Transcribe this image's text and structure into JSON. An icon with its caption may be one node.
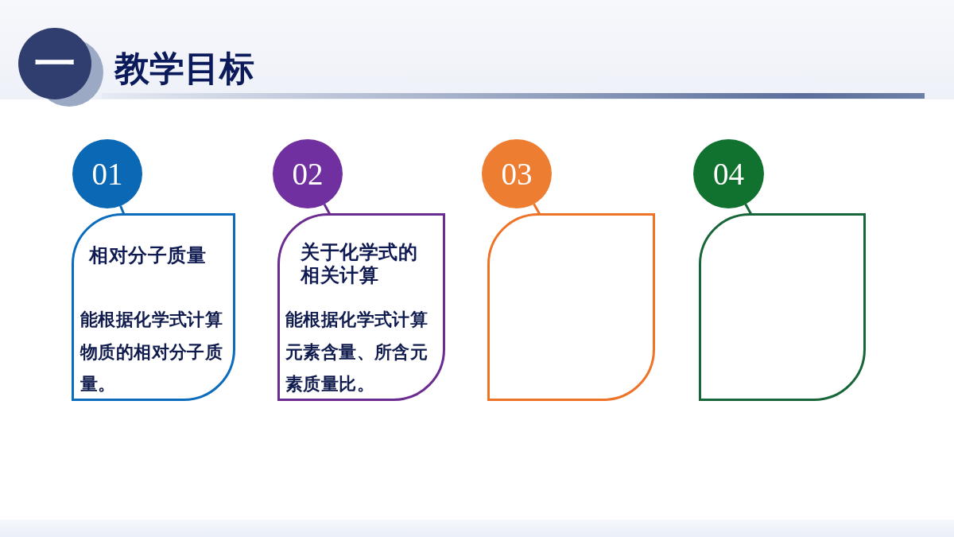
{
  "diagram": {
    "title": "教学目标",
    "nodes": [
      {
        "text": [
          "一"
        ]
      },
      {
        "text": [
          "01"
        ]
      },
      {
        "text": [
          "相对分子质量",
          "能根据化学式计算物质的相对分子质量。"
        ]
      },
      {
        "text": [
          "02"
        ]
      },
      {
        "text": [
          "关于化学式的相关计算",
          "能根据化学式计算元素含量、所含元素质量比。"
        ]
      },
      {
        "text": [
          "03"
        ]
      },
      {
        "text": [],
        "shape": "box"
      },
      {
        "text": [
          "04"
        ]
      },
      {
        "text": [],
        "shape": "box"
      }
    ],
    "edges": [
      {
        "from": 1,
        "to": 2,
        "arrow": "none",
        "color": "#0b6bbd"
      },
      {
        "from": 3,
        "to": 4,
        "arrow": "none",
        "color": "#6b2c91"
      },
      {
        "from": 5,
        "to": 6,
        "arrow": "none",
        "color": "#ee7326"
      },
      {
        "from": 7,
        "to": 8,
        "arrow": "none",
        "color": "#17663a"
      }
    ]
  }
}
